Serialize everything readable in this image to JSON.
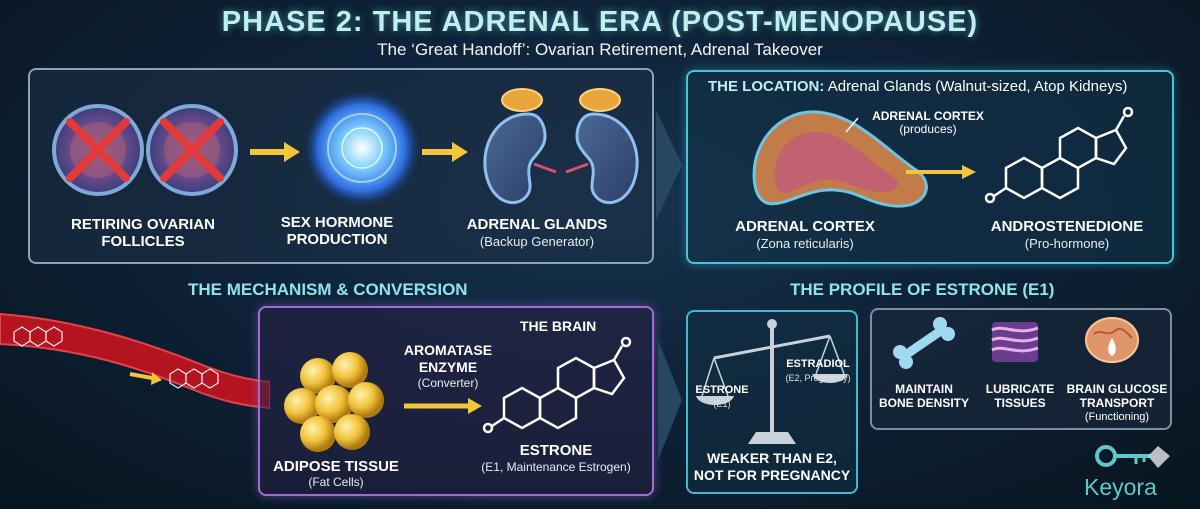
{
  "header": {
    "title": "PHASE 2: THE ADRENAL ERA (POST-MENOPAUSE)",
    "subtitle": "The ‘Great Handoff’: Ovarian Retirement, Adrenal Takeover"
  },
  "handoff": {
    "follicles": {
      "line1": "RETIRING OVARIAN",
      "line2": "FOLLICLES"
    },
    "production": {
      "line1": "SEX HORMONE",
      "line2": "PRODUCTION"
    },
    "adrenal": {
      "label": "ADRENAL GLANDS",
      "sub": "(Backup Generator)"
    }
  },
  "location": {
    "heading_bold": "THE LOCATION:",
    "heading_rest": "Adrenal Glands (Walnut-sized, Atop Kidneys)",
    "cortex_callout": {
      "line1": "ADRENAL CORTEX",
      "line2": "(produces)"
    },
    "cortex": {
      "label": "ADRENAL CORTEX",
      "sub": "(Zona reticularis)"
    },
    "androstenedione": {
      "label": "ANDROSTENEDIONE",
      "sub": "(Pro-hormone)"
    }
  },
  "mechanism": {
    "heading": "THE MECHANISM & CONVERSION",
    "brain_label": "THE BRAIN",
    "enzyme": {
      "line1": "AROMATASE",
      "line2": "ENZYME",
      "sub": "(Converter)"
    },
    "adipose": {
      "label": "ADIPOSE TISSUE",
      "sub": "(Fat Cells)"
    },
    "estrone": {
      "label": "ESTRONE",
      "sub": "(E1, Maintenance Estrogen)"
    }
  },
  "profile": {
    "heading": "THE PROFILE OF ESTRONE (E1)",
    "scale": {
      "estradiol": "ESTRADIOL",
      "estradiol_sub": "(E2, Pregnancy)",
      "estrone": "ESTRONE",
      "estrone_sub": "(E1)",
      "caption_line1": "WEAKER THAN E2,",
      "caption_line2": "NOT FOR PREGNANCY"
    },
    "benefits": [
      {
        "line1": "MAINTAIN",
        "line2": "BONE DENSITY",
        "sub": ""
      },
      {
        "line1": "LUBRICATE",
        "line2": "TISSUES",
        "sub": ""
      },
      {
        "line1": "BRAIN GLUCOSE",
        "line2": "TRANSPORT",
        "sub": "(Functioning)"
      }
    ]
  },
  "brand": {
    "name": "Keyora"
  },
  "colors": {
    "accent_teal": "#45c6d6",
    "accent_purple": "#a36ad6",
    "arrow_yellow": "#f3c53a",
    "blood_red": "#b3141f"
  }
}
